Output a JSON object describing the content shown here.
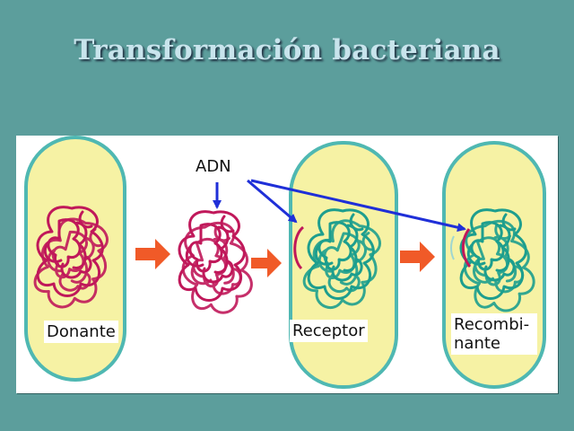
{
  "slide": {
    "title": "Transformación bacteriana"
  },
  "diagram": {
    "labels": {
      "adn": "ADN",
      "donante": "Donante",
      "receptor": "Receptor",
      "recombinante": "Recombi-\nnante"
    },
    "colors": {
      "background": "#5c9e9c",
      "title": "#c8e4ec",
      "cell_fill": "#f6f2a4",
      "cell_border": "#4fb8b2",
      "donor_dna": "#c0185a",
      "receptor_dna": "#1d9e8e",
      "arrow_orange": "#f05a28",
      "arrow_blue": "#1f2fd8"
    }
  }
}
